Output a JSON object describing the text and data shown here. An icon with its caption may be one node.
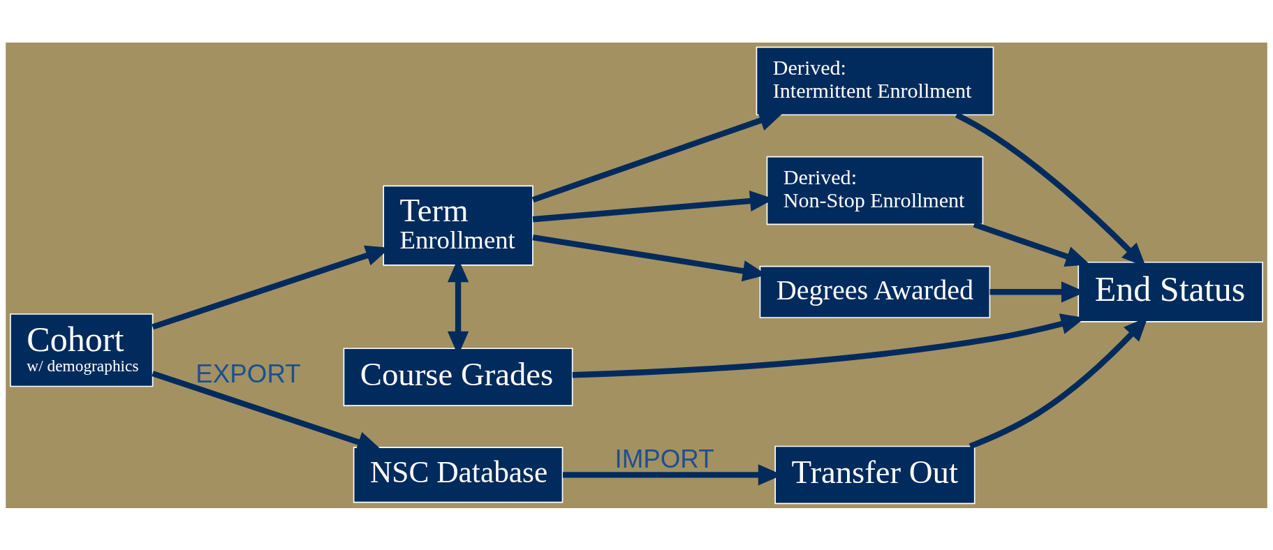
{
  "diagram": {
    "nodes": [
      {
        "text": [
          "Cohort",
          "w/ demographics"
        ]
      },
      {
        "text": [
          "Term",
          "Enrollment"
        ]
      },
      {
        "text": [
          "Course Grades"
        ]
      },
      {
        "text": [
          "Degrees Awarded"
        ]
      },
      {
        "text": [
          "Derived:",
          "Intermittent Enrollment"
        ]
      },
      {
        "text": [
          "Derived:",
          "Non-Stop Enrollment"
        ]
      },
      {
        "text": [
          "End Status"
        ]
      },
      {
        "text": [
          "NSC Database"
        ]
      },
      {
        "text": [
          "Transfer Out"
        ]
      }
    ],
    "edges": [
      {
        "from": 0,
        "to": 1,
        "arrow": "to"
      },
      {
        "from": 1,
        "to": 2,
        "arrow": "both"
      },
      {
        "from": 1,
        "to": 3,
        "arrow": "to"
      },
      {
        "from": 1,
        "to": 4,
        "arrow": "to"
      },
      {
        "from": 1,
        "to": 5,
        "arrow": "to"
      },
      {
        "from": 3,
        "to": 6,
        "arrow": "to"
      },
      {
        "from": 5,
        "to": 6,
        "arrow": "to"
      },
      {
        "from": 4,
        "to": 6,
        "arrow": "to"
      },
      {
        "from": 2,
        "to": 6,
        "arrow": "to"
      },
      {
        "from": 0,
        "to": 7,
        "arrow": "to",
        "label": "EXPORT"
      },
      {
        "from": 7,
        "to": 8,
        "arrow": "to",
        "label": "IMPORT"
      },
      {
        "from": 8,
        "to": 6,
        "arrow": "to"
      }
    ]
  }
}
